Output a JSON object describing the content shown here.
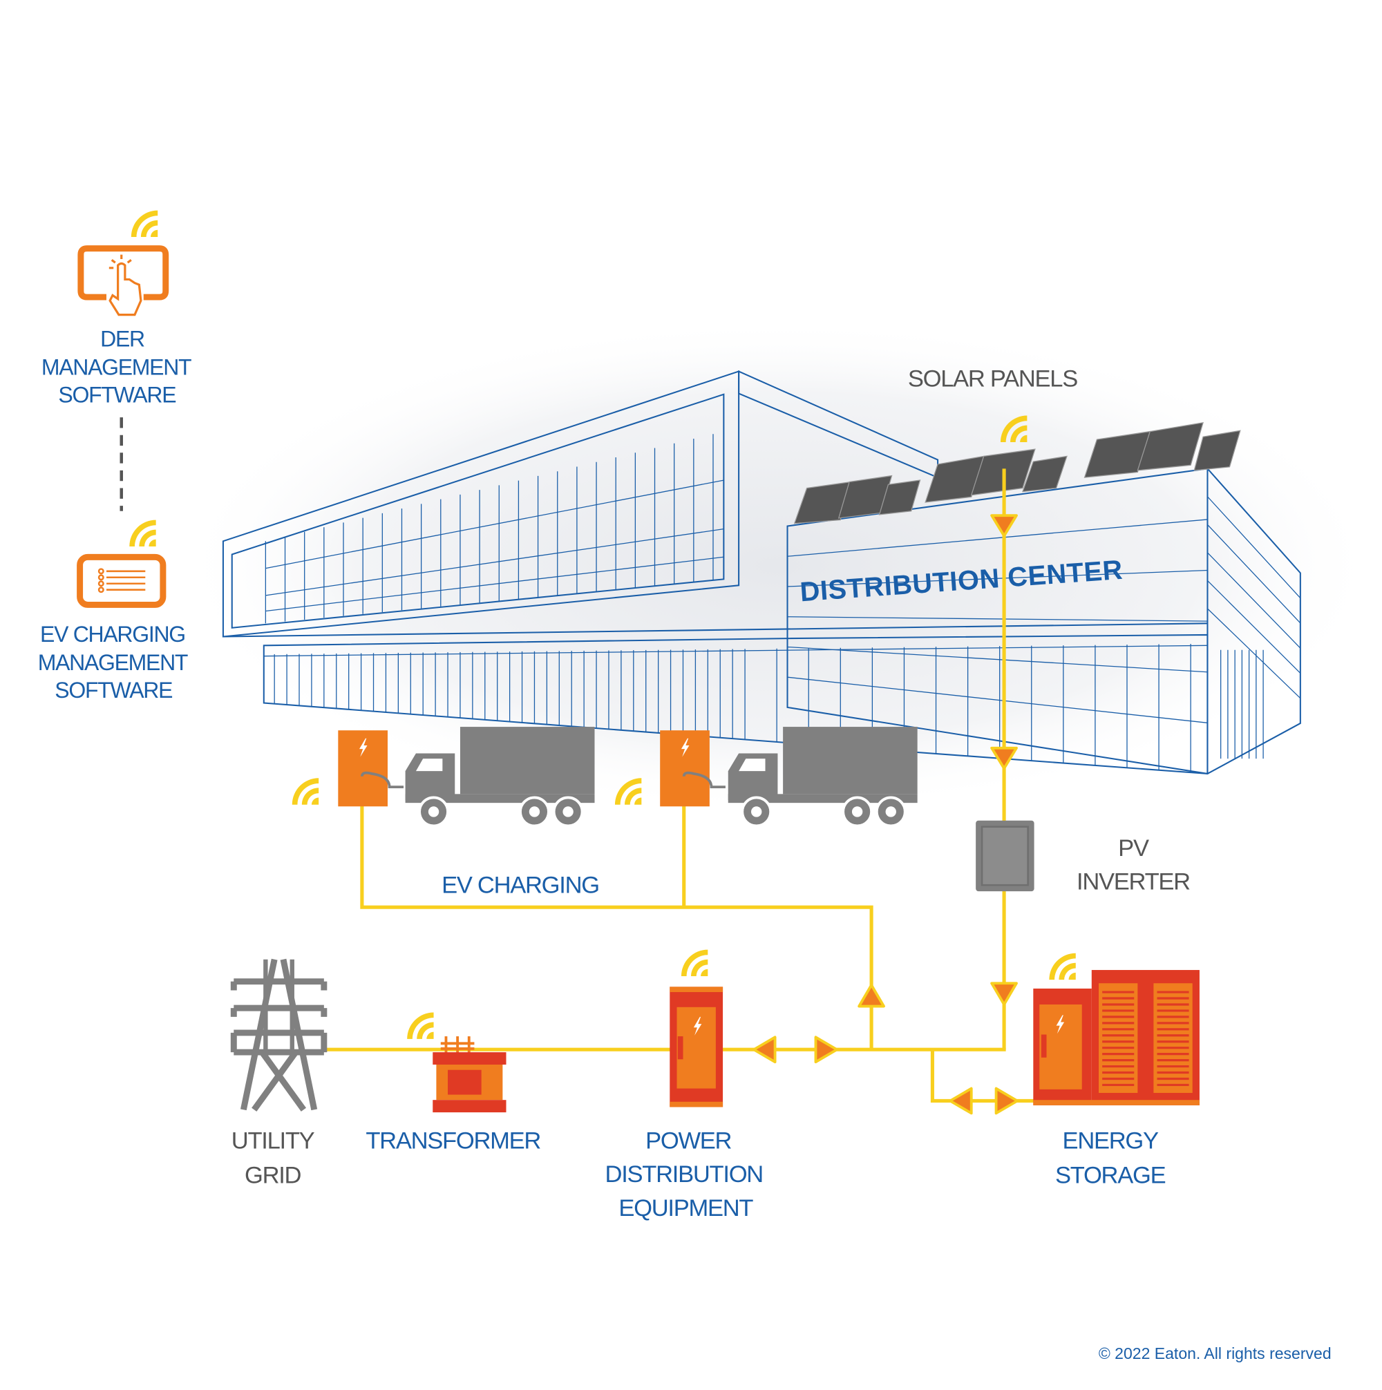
{
  "labels": {
    "der_software": [
      "DER",
      "MANAGEMENT",
      "SOFTWARE"
    ],
    "ev_software": [
      "EV CHARGING",
      "MANAGEMENT",
      "SOFTWARE"
    ],
    "solar_panels": "SOLAR PANELS",
    "distribution_center": "DISTRIBUTION CENTER",
    "ev_charging": "EV CHARGING",
    "pv_inverter": [
      "PV",
      "INVERTER"
    ],
    "utility_grid": [
      "UTILITY",
      "GRID"
    ],
    "transformer": "TRANSFORMER",
    "power_distribution": [
      "POWER",
      "DISTRIBUTION",
      "EQUIPMENT"
    ],
    "energy_storage": [
      "ENERGY",
      "STORAGE"
    ]
  },
  "copyright": "© 2022 Eaton. All rights reserved",
  "colors": {
    "label_blue": "#1a5ea8",
    "orange": "#f07d1f",
    "red": "#e03a24",
    "power_line_yellow": "#f8cf1e",
    "equipment_gray": "#808080"
  },
  "icons": [
    "wifi-signal-icon",
    "touch-screen-icon",
    "list-screen-icon",
    "lightning-bolt-icon",
    "electric-truck-icon",
    "transmission-tower-icon"
  ]
}
